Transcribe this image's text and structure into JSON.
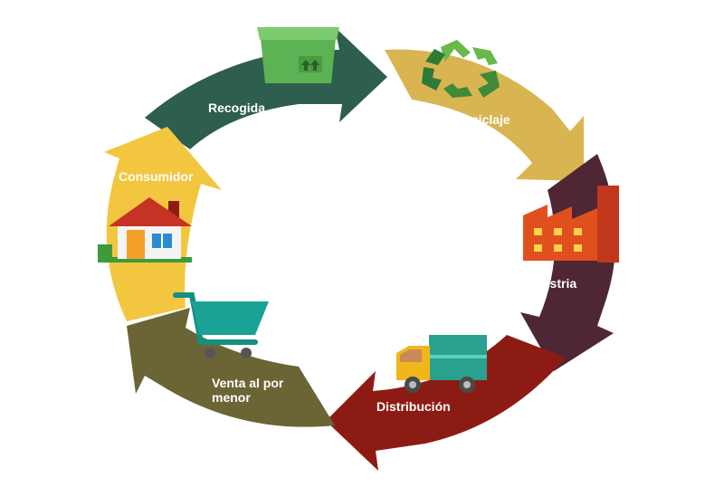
{
  "stages": [
    {
      "id": "recogida",
      "label": "Recogida",
      "color": "#2e5e4e",
      "icon": "bin-icon"
    },
    {
      "id": "reciclaje",
      "label": "Reciclaje",
      "color": "#d9b552",
      "icon": "recycle-icon"
    },
    {
      "id": "industria",
      "label": "Industria",
      "color": "#4e2634",
      "icon": "factory-icon"
    },
    {
      "id": "distribucion",
      "label": "Distribución",
      "color": "#8c1c13",
      "icon": "truck-icon"
    },
    {
      "id": "venta",
      "label_lines": [
        "Venta al por",
        "menor"
      ],
      "color": "#6b6535",
      "icon": "cart-icon"
    },
    {
      "id": "consumidor",
      "label": "Consumidor",
      "color": "#f3c63f",
      "icon": "house-icon"
    }
  ]
}
